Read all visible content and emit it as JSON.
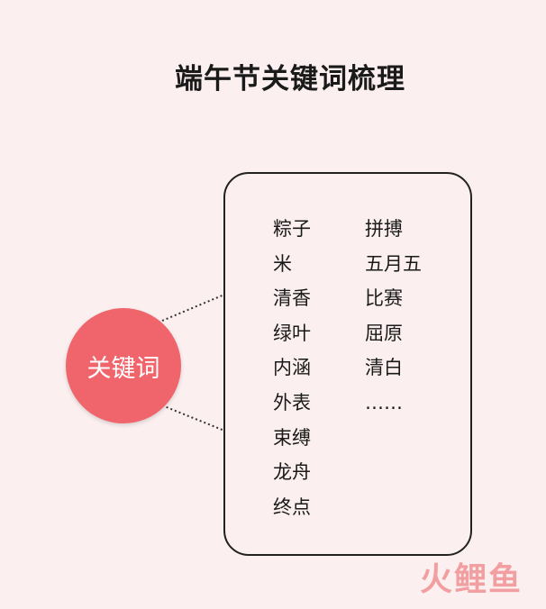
{
  "title": "端午节关键词梳理",
  "center_node": {
    "label": "关键词"
  },
  "keywords_left": [
    "粽子",
    "米",
    "清香",
    "绿叶",
    "内涵",
    "外表",
    "束缚",
    "龙舟",
    "终点"
  ],
  "keywords_right": [
    "拼搏",
    "五月五",
    "比赛",
    "屈原",
    "清白",
    "……"
  ],
  "watermark": "火鲤鱼",
  "colors": {
    "background": "#fbefef",
    "node": "#f0646b",
    "border": "#222222",
    "watermark": "#ec5f62"
  }
}
